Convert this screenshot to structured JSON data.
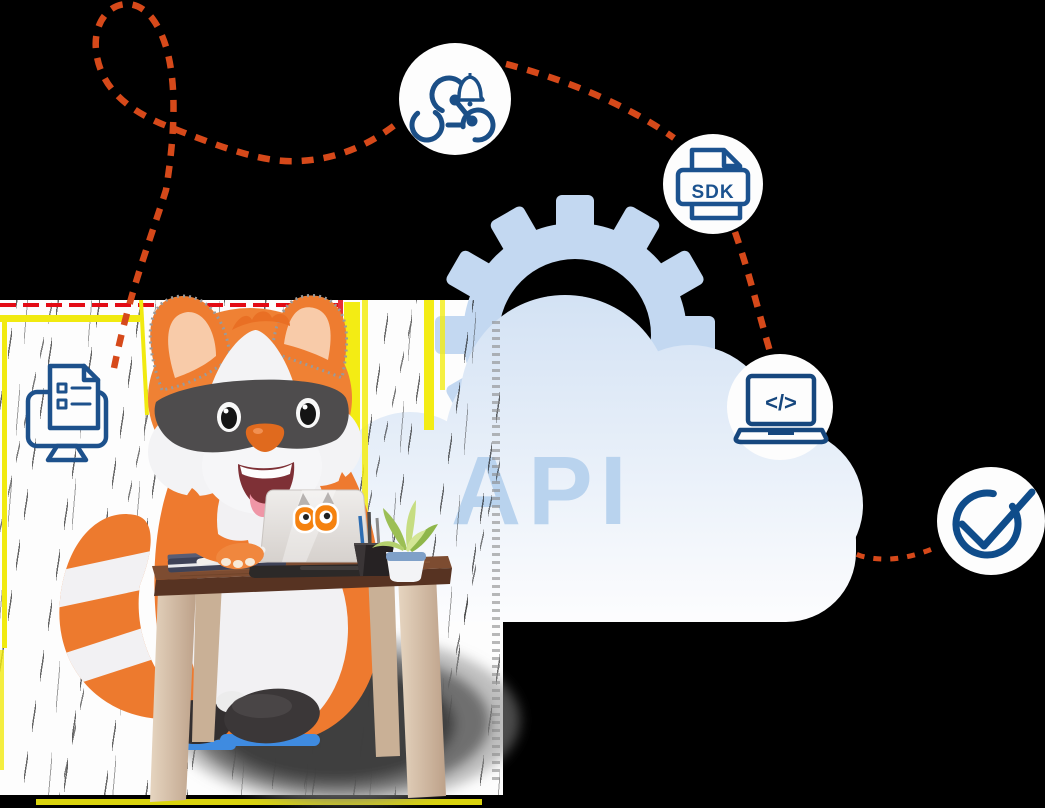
{
  "scene": {
    "background_color": "#000000",
    "dotted_path_color": "#d6491a",
    "glitch_colors": {
      "yellow": "#f1ea10",
      "red": "#e30b15",
      "scanline": "#1a1a1a"
    }
  },
  "gear": {
    "color": "#c3d8f1"
  },
  "cloud": {
    "label": "API",
    "text_color": "#b9d3ee",
    "gradient_top": "#d3e2f4",
    "gradient_bottom": "#fdfdfe"
  },
  "icons": {
    "stroke_color": "#1b4f87",
    "circle_fill": "#fdfdfd",
    "webhook": {
      "name": "webhook-bell-icon"
    },
    "sdk": {
      "name": "sdk-file-icon",
      "label": "SDK"
    },
    "laptop": {
      "name": "laptop-code-icon",
      "glyph": "</>"
    },
    "check": {
      "name": "check-circle-icon"
    },
    "monitor": {
      "name": "monitor-checklist-icon"
    }
  },
  "mascot": {
    "name": "fox-mascot-with-mask",
    "colors": {
      "fur": "#ee7a2f",
      "belly": "#f2f1f3",
      "mask": "#4e4c4d",
      "desk_top": "#7d4c31",
      "desk_leg": "#d9c3ac",
      "laptop_logo": "#f5820f",
      "shoe": "#3b3738",
      "shoe_sole": "#3f8be0"
    }
  }
}
